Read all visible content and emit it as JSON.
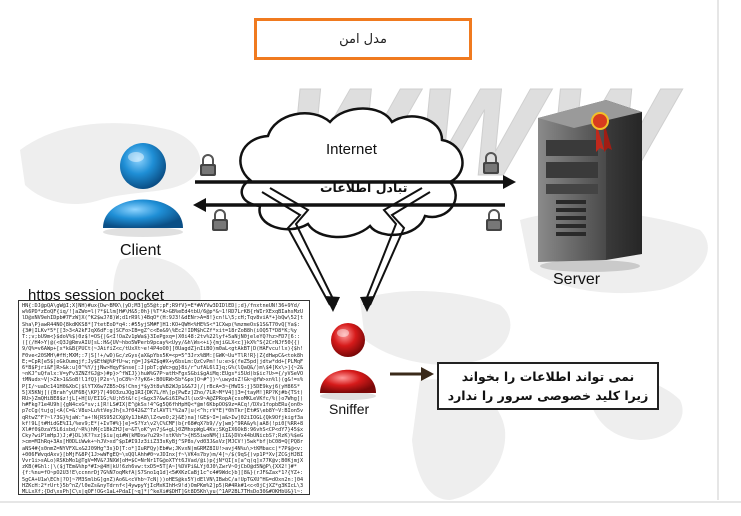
{
  "title": "مدل امن",
  "internet": "Internet",
  "exchange": "تبادل اطلاعات",
  "client": "Client",
  "server": "Server",
  "sniffer": "Sniffer",
  "pocket_title": "https  session pocket",
  "note": {
    "line1": "نمی تواند اطلاعات را بخواند",
    "line2": "زیرا کلید خصوصی سرور را ندارد"
  },
  "background_text": "WWW",
  "colors": {
    "title_border": "#f07a1f",
    "client": "#1f8fd6",
    "sniffer": "#d61a1a",
    "server": "#5a5a5a",
    "arrow": "#111111"
  },
  "icons": [
    "user-icon",
    "server-icon",
    "lock-icon",
    "cloud-icon",
    "arrow-icon"
  ]
}
